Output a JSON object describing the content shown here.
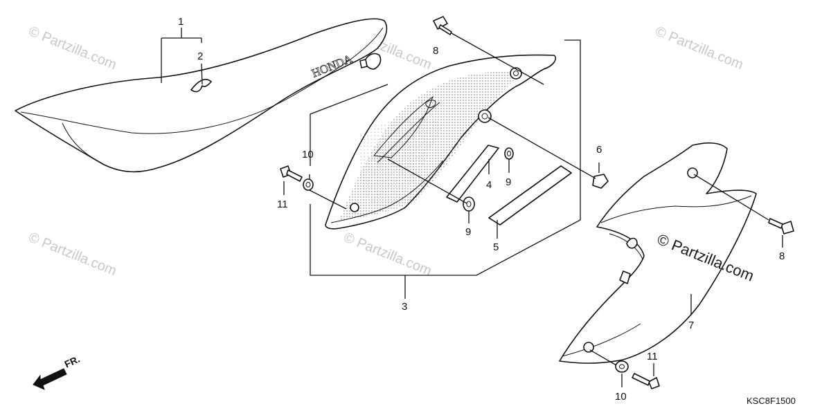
{
  "watermark": "© Partzilla.com",
  "watermark_prominent": "© Partzilla.com",
  "diagram_code": "KSC8F1500",
  "front_arrow_label": "FR.",
  "seat_emblem": "HONDA",
  "callouts": {
    "c1": "1",
    "c2": "2",
    "c3": "3",
    "c4": "4",
    "c5": "5",
    "c6": "6",
    "c7": "7",
    "c8a": "8",
    "c8b": "8",
    "c9a": "9",
    "c9b": "9",
    "c10a": "10",
    "c10b": "10",
    "c11a": "11",
    "c11b": "11"
  },
  "icons": {
    "watermark_symbol": "copyright-icon",
    "front": "front-arrow-icon"
  }
}
